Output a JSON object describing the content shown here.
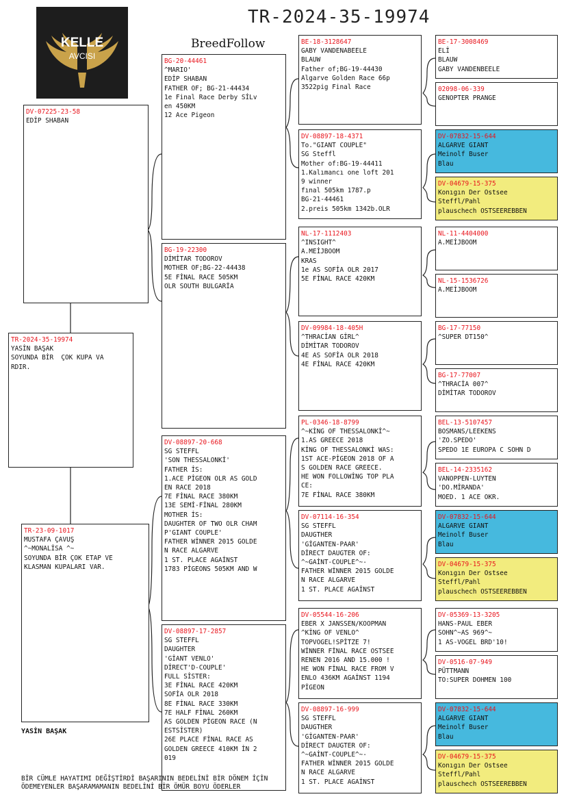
{
  "header": {
    "title": "TR-2024-35-19974",
    "brand": "BreedFollow"
  },
  "logo": {
    "line1": "KELLE",
    "line2": "AVCISI",
    "icon": "wings-logo-icon"
  },
  "owner": {
    "name": "YASİN BAŞAK"
  },
  "footer": {
    "quote": "BİR CÜMLE HAYATIMI DEĞİŞTİRDİ BAŞARININ BEDELİNİ BİR DÖNEM İÇİN ÖDEMEYENLER BAŞARAMAMANIN BEDELİNİ BİR ÖMÜR BOYU ÖDERLER"
  },
  "colors": {
    "ring": "#e8141c",
    "blue": "#46b9de",
    "yellow": "#f2ec7e"
  },
  "boxes": {
    "subject": {
      "ring": "TR-2024-35-19974",
      "text": "YASİN BAŞAK\nSOYUNDA BİR  ÇOK KUPA VA\nRDIR."
    },
    "sire": {
      "ring": "DV-07225-23-58",
      "text": "EDİP SHABAN"
    },
    "dam": {
      "ring": "TR-23-09-1017",
      "text": "MUSTAFA ÇAVUŞ\n^~MONALİSA ^~\nSOYUNDA BİR ÇOK ETAP VE\nKLASMAN KUPALARI VAR."
    },
    "ss": {
      "ring": "BG-20-44461",
      "text": "^MARIO'\nEDİP SHABAN\nFATHER OF; BG-21-44434\n1e Final Race Derby SİLv\nen 450KM\n12 Ace Pigeon"
    },
    "sd": {
      "ring": "BG-19-22300",
      "text": "DİMİTAR TODOROV\nMOTHER OF;BG-22-44438\n5E FİNAL RACE 505KM\nOLR SOUTH BULGARİA"
    },
    "ds": {
      "ring": "DV-08897-20-668",
      "text": "SG STEFFL\n'SON THESSALONKİ'\nFATHER İS:\n1.ACE PİGEON OLR AS GOLD\nEN RACE 2018\n7E FİNAL RACE 380KM\n13E SEMİ-FİNAL 280KM\nMOTHER İS:\nDAUGHTER OF TWO OLR CHAM\nP'GIANT COUPLE'\nFATHER WİNNER 2015 GOLDE\nN RACE ALGARVE\n1 ST. PLACE AGAİNST\n1783 PİGEONS 505KM AND W"
    },
    "dd": {
      "ring": "DV-08897-17-2857",
      "text": "SG STEFFL\nDAUGHTER\n'GİANT VENLO'\nDİRECT'D-COUPLE'\nFULL SİSTER:\n3E FİNAL RACE 420KM\nSOFİA OLR 2018\n8E FİNAL RACE 330KM\n7E HALF FİNAL 260KM\nAS GOLDEN PİGEON RACE (N\nESTSİSTER)\n26E PLACE FİNAL RACE AS\nGOLDEN GREECE 410KM İN 2\n019"
    },
    "sss": {
      "ring": "BE-18-3128647",
      "text": "GABY VANDENABEELE\nBLAUW\nFather of;BG-19-44430\nAlgarve Golden Race 66p\n3522pig Final Race"
    },
    "ssd": {
      "ring": "DV-08897-18-4371",
      "text": "To.\"GIANT COUPLE\"\nSG Steffl\nMother of:BG-19-44411\n1.Kalımancı one loft 201\n9 winner\nfınal 505km 1787.p\nBG-21-44461\n2.preis 505km 1342b.OLR"
    },
    "sds": {
      "ring": "NL-17-1112403",
      "text": "^INSIGHT^\nA.MEİJBOOM\nKRAS\n1e AS SOFİA OLR 2017\n5E FİNAL RACE 420KM"
    },
    "sdd": {
      "ring": "DV-09984-18-405H",
      "text": "^THRACİAN GİRL^\nDİMİTAR TODOROV\n4E AS SOFİA OLR 2018\n4E FİNAL RACE 420KM"
    },
    "dss": {
      "ring": "PL-0346-18-8799",
      "text": "^~KİNG OF THESSALONKİ^~\n1.AS GREECE 2018\nKİNG OF THESSALONKİ WAS:\n1ST ACE-PİGEON 2018 OF A\nS GOLDEN RACE GREECE.\nHE WON FOLLOWİNG TOP PLA\nCE:\n7E FİNAL RACE 380KM"
    },
    "dsd": {
      "ring": "DV-07114-16-354",
      "text": "SG STEFFL\nDAUGTHER\n'GİGANTEN-PAAR'\nDİRECT DAUGTER OF:\n^~GAİNT-COUPLE^~-\nFATHER WİNNER 2015 GOLDE\nN RACE ALGARVE\n1 ST. PLACE AGAİNST"
    },
    "dds": {
      "ring": "DV-05544-16-206",
      "text": "EBER X JANSSEN/KOOPMAN\n^KİNG OF VENLO^\nTOPVOGEL!SPİTZE 7!\nWİNNER FİNAL RACE OSTSEE\nRENEN 2016 AND 15.000 !\nHE WON FİNAL RACE FROM V\nENLO 436KM AGAİNST 1194\nPİGEON"
    },
    "ddd": {
      "ring": "DV-08897-16-999",
      "text": "SG STEFFL\nDAUGTHER\n'GİGANTEN-PAAR'\nDİRECT DAUGTER OF:\n^~GAİNT-COUPLE^~-\nFATHER WİNNER 2015 GOLDE\nN RACE ALGARVE\n1 ST. PLACE AGAİNST"
    },
    "g1": {
      "ring": "BE-17-3008469",
      "text": "ELİ\nBLAUW\nGABY VANDENBEELE"
    },
    "g2": {
      "ring": "02098-06-339",
      "text": "GENOPTER PRANGE"
    },
    "g3": {
      "ring": "DV-07832-15-644",
      "text": "ALGARVE GIANT\nMeinolf Buser\nBlau"
    },
    "g4": {
      "ring": "DV-04679-15-375",
      "text": "Konıgın Der Ostsee\nSteffl/Pahl\nplauschech OSTSEEREBBEN"
    },
    "g5": {
      "ring": "NL-11-4404000",
      "text": "A.MEİJBOOM"
    },
    "g6": {
      "ring": "NL-15-1536726",
      "text": "A.MEİJBOOM"
    },
    "g7": {
      "ring": "BG-17-77150",
      "text": "^SUPER DT150^"
    },
    "g8": {
      "ring": "BG-17-77007",
      "text": "^THRACİA 007^\nDİMİTAR TODOROV"
    },
    "g9": {
      "ring": "BEL-13-5107457",
      "text": "BOSMANS/LEEKENS\n'ZO.SPEDO'\nSPEDO 1E EUROPA C SOHN D"
    },
    "g10": {
      "ring": "BEL-14-2335162",
      "text": "VANOPPEN-LUYTEN\n'DO.MİRANDA'\nMOED. 1 ACE OKR."
    },
    "g11": {
      "ring": "DV-07832-15-644",
      "text": "ALGARVE GIANT\nMeinolf Buser\nBlau"
    },
    "g12": {
      "ring": "DV-04679-15-375",
      "text": "Konıgın Der Ostsee\nSteffl/Pahl\nplauschech OSTSEEREBBEN"
    },
    "g13": {
      "ring": "DV-05369-13-3205",
      "text": "HANS-PAUL EBER\nSOHN^~AS 969^~\n1 AS-VOGEL BRD'10!"
    },
    "g14": {
      "ring": "DV-0516-07-949",
      "text": "PÜTTMANN\nTO:SUPER DOHMEN 100"
    },
    "g15": {
      "ring": "DV-07832-15-644",
      "text": "ALGARVE GIANT\nMeinolf Buser\nBlau"
    },
    "g16": {
      "ring": "DV-04679-15-375",
      "text": "Konıgın Der Ostsee\nSteffl/Pahl\nplauschech OSTSEEREBBEN"
    }
  }
}
